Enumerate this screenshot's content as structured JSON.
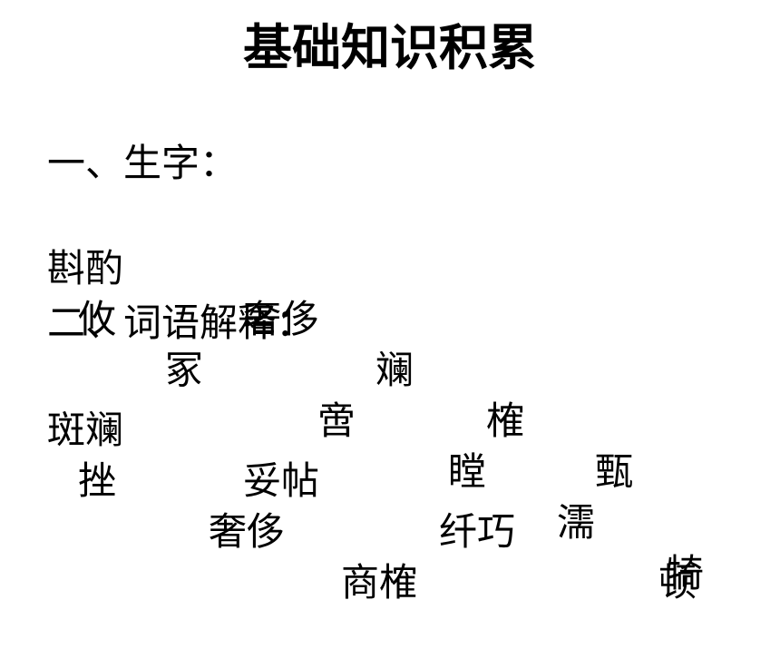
{
  "title": "基础知识积累",
  "section1": {
    "heading": "一、生字：",
    "row1": [
      "斟酌",
      "奢侈",
      "斓",
      "榷",
      "甄"
    ],
    "row2": [
      "攸",
      "冢",
      "啻",
      "瞠",
      "濡",
      "犄"
    ]
  },
  "section2": {
    "heading": "二、词语解释：",
    "row1": [
      "斑斓",
      "妥帖",
      "纤巧",
      "顿"
    ],
    "row2": [
      "挫",
      "奢侈",
      "商榷"
    ]
  }
}
